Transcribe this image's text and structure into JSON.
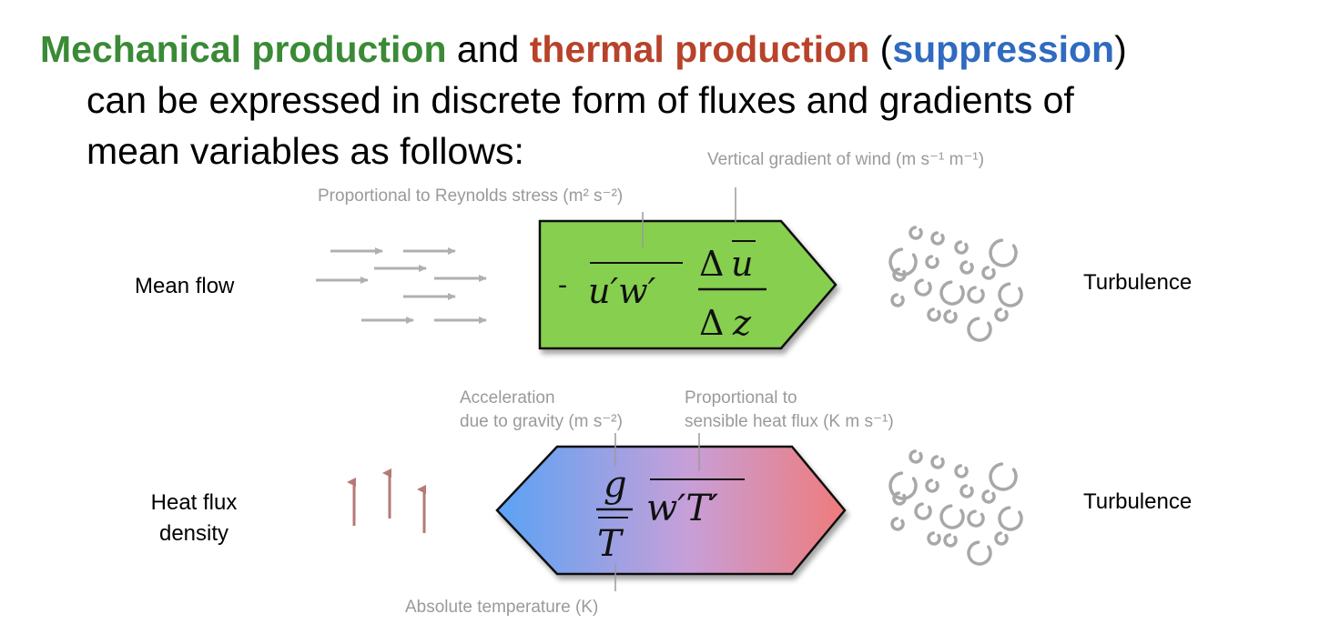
{
  "title": {
    "mechanical": "Mechanical production",
    "and": " and ",
    "thermal": "thermal production",
    "open_paren": " (",
    "suppression": "suppression",
    "close_paren": ")",
    "line2": "can be expressed in discrete form of fluxes and gradients of",
    "line3": "mean variables as follows:"
  },
  "mechanical": {
    "left_label": "Mean flow",
    "right_label": "Turbulence",
    "note_stress": "Proportional to Reynolds stress (m² s⁻²)",
    "note_gradient": "Vertical gradient of wind (m s⁻¹ m⁻¹)",
    "formula": "- u′w′ Δu̅ / Δz"
  },
  "thermal": {
    "left_label_1": "Heat flux",
    "left_label_2": "density",
    "right_label": "Turbulence",
    "note_gravity_1": "Acceleration",
    "note_gravity_2": "due to gravity (m s⁻²)",
    "note_heat_1": "Proportional to",
    "note_heat_2": "sensible heat flux (K m s⁻¹)",
    "note_temp": "Absolute temperature (K)",
    "formula": "g / T̅ w′T′"
  },
  "colors": {
    "green_title": "#3a8a36",
    "red_title": "#b8422a",
    "blue_title": "#2f6bbf",
    "mech_box": "#86cf4f",
    "heat_left": "#5aa3f5",
    "heat_right": "#ef8080",
    "flow_arrows": "#b0b0b0",
    "heat_arrows": "#b57a75",
    "eddies": "#a8a8a8"
  },
  "icons": {
    "mean_flow": "horizontal-arrows",
    "heat_flux": "upward-arrows",
    "turbulence": "eddy-circles"
  }
}
